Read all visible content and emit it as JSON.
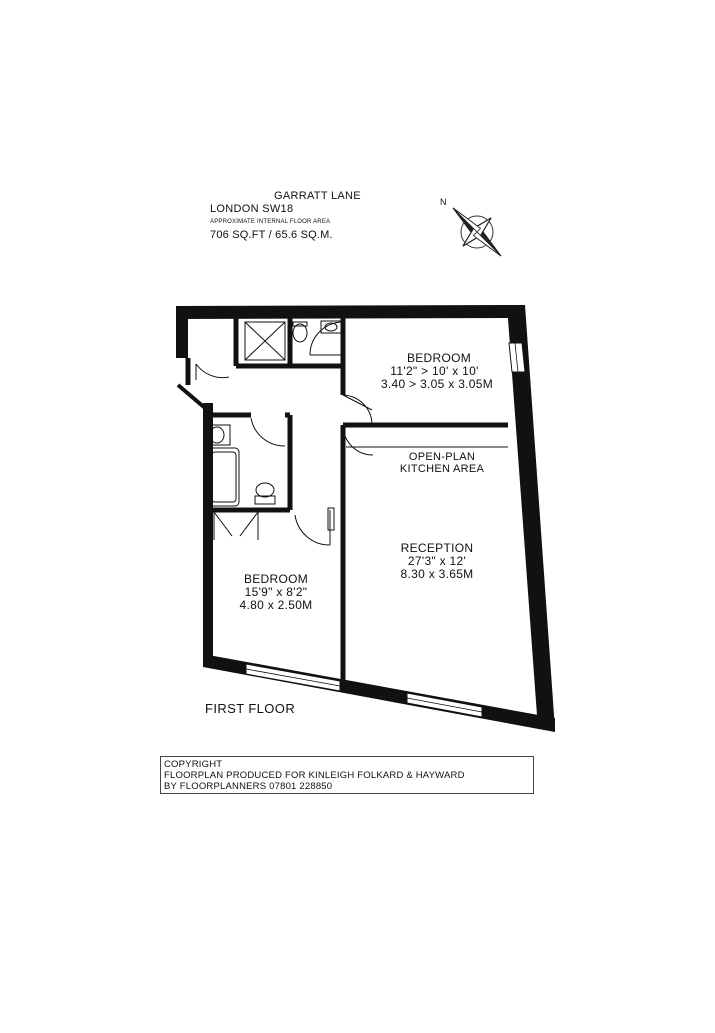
{
  "header": {
    "street": "GARRATT LANE",
    "city": "LONDON SW18",
    "area_caption": "APPROXIMATE INTERNAL FLOOR AREA",
    "area_value": "706 SQ.FT / 65.6 SQ.M."
  },
  "compass": {
    "north_label": "N"
  },
  "rooms": {
    "bedroom1": {
      "name": "BEDROOM",
      "imperial": "11'2\" > 10' x 10'",
      "metric": "3.40 > 3.05 x 3.05M"
    },
    "kitchen": {
      "line1": "OPEN-PLAN",
      "line2": "KITCHEN AREA"
    },
    "reception": {
      "name": "RECEPTION",
      "imperial": "27'3\" x 12'",
      "metric": "8.30 x 3.65M"
    },
    "bedroom2": {
      "name": "BEDROOM",
      "imperial": "15'9\" x 8'2\"",
      "metric": "4.80 x 2.50M"
    }
  },
  "floor_label": "FIRST FLOOR",
  "copyright": {
    "line1": "COPYRIGHT",
    "line2": "FLOORPLAN PRODUCED FOR KINLEIGH FOLKARD & HAYWARD",
    "line3": "BY FLOORPLANNERS 07801 228850"
  }
}
